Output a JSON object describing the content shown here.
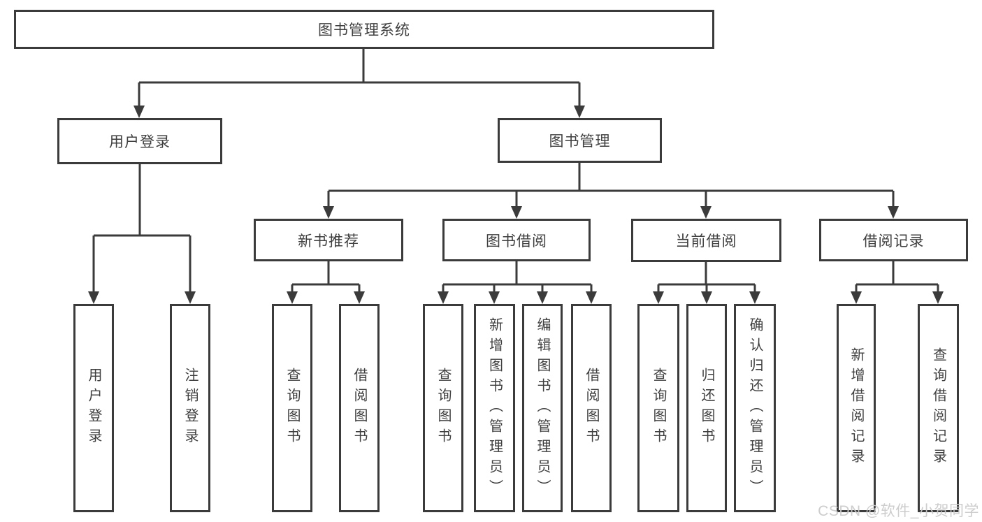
{
  "colors": {
    "line": "#3b3b3b",
    "box_border": "#3b3b3b",
    "text": "#3f3f3f",
    "background": "#ffffff",
    "watermark": "#cbcbcb"
  },
  "watermark": "CSDN @软件_小贺同学",
  "tree": {
    "root": {
      "label": "图书管理系统"
    },
    "branches": [
      {
        "label": "用户登录",
        "children": [
          {
            "label": "用户登录"
          },
          {
            "label": "注销登录"
          }
        ]
      },
      {
        "label": "图书管理",
        "children": [
          {
            "label": "新书推荐",
            "children": [
              {
                "label": "查询图书"
              },
              {
                "label": "借阅图书"
              }
            ]
          },
          {
            "label": "图书借阅",
            "children": [
              {
                "label": "查询图书"
              },
              {
                "label": "新增图书（管理员）"
              },
              {
                "label": "编辑图书（管理员）"
              },
              {
                "label": "借阅图书"
              }
            ]
          },
          {
            "label": "当前借阅",
            "children": [
              {
                "label": "查询图书"
              },
              {
                "label": "归还图书"
              },
              {
                "label": "确认归还（管理员）"
              }
            ]
          },
          {
            "label": "借阅记录",
            "children": [
              {
                "label": "新增借阅记录"
              },
              {
                "label": "查询借阅记录"
              }
            ]
          }
        ]
      }
    ]
  }
}
